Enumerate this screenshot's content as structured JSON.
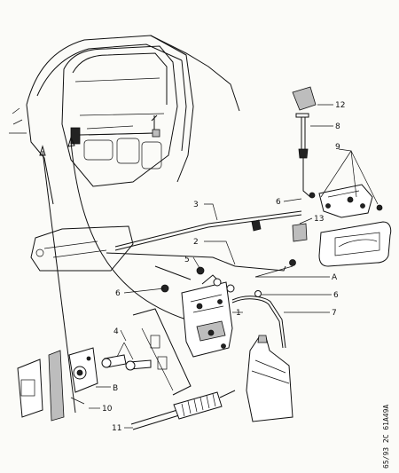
{
  "callouts": [
    {
      "id": "c12",
      "text": "12"
    },
    {
      "id": "c8",
      "text": "8"
    },
    {
      "id": "c9",
      "text": "9"
    },
    {
      "id": "c6a",
      "text": "6"
    },
    {
      "id": "c3",
      "text": "3"
    },
    {
      "id": "c13",
      "text": "13"
    },
    {
      "id": "c2",
      "text": "2"
    },
    {
      "id": "c5",
      "text": "5"
    },
    {
      "id": "cA",
      "text": "A"
    },
    {
      "id": "c6b",
      "text": "6"
    },
    {
      "id": "c6c",
      "text": "6"
    },
    {
      "id": "c1",
      "text": "1"
    },
    {
      "id": "c7",
      "text": "7"
    },
    {
      "id": "c4",
      "text": "4"
    },
    {
      "id": "cB",
      "text": "B"
    },
    {
      "id": "c10",
      "text": "10"
    },
    {
      "id": "c11",
      "text": "11"
    }
  ],
  "reference": "65/93 2C 61A49A"
}
